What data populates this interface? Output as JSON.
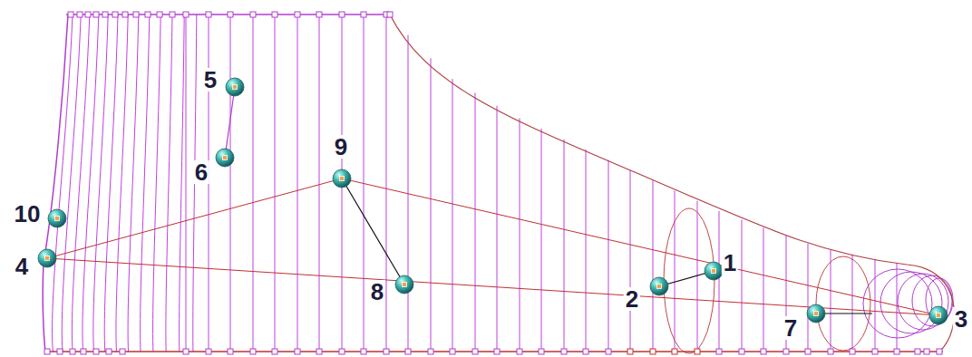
{
  "diagram": {
    "labels": [
      "5",
      "6",
      "9",
      "10",
      "4",
      "8",
      "2",
      "1",
      "7",
      "3"
    ]
  }
}
